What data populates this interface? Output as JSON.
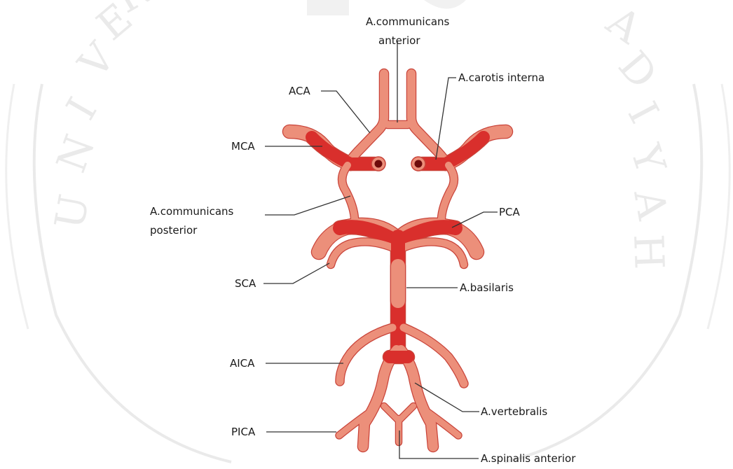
{
  "colors": {
    "vessel_light": "#ec8f7a",
    "vessel_dark": "#d92f2c",
    "vessel_outline": "#c9443a",
    "lumen": "#6e0b0b",
    "leader_line": "#333333",
    "watermark": "#d9d9d9"
  },
  "watermark": {
    "left_letters": [
      "U",
      "N",
      "I",
      "V",
      "E",
      "R"
    ],
    "right_letters": [
      "A",
      "D",
      "I",
      "Y",
      "A",
      "H"
    ]
  },
  "labels": {
    "acom_line1": "A.communicans",
    "acom_line2": "anterior",
    "ica": "A.carotis interna",
    "aca": "ACA",
    "mca": "MCA",
    "pcom_line1": "A.communicans",
    "pcom_line2": "posterior",
    "pca": "PCA",
    "sca": "SCA",
    "basilar": "A.basilaris",
    "aica": "AICA",
    "vertebral": "A.vertebralis",
    "pica": "PICA",
    "spinal": "A.spinalis anterior"
  }
}
